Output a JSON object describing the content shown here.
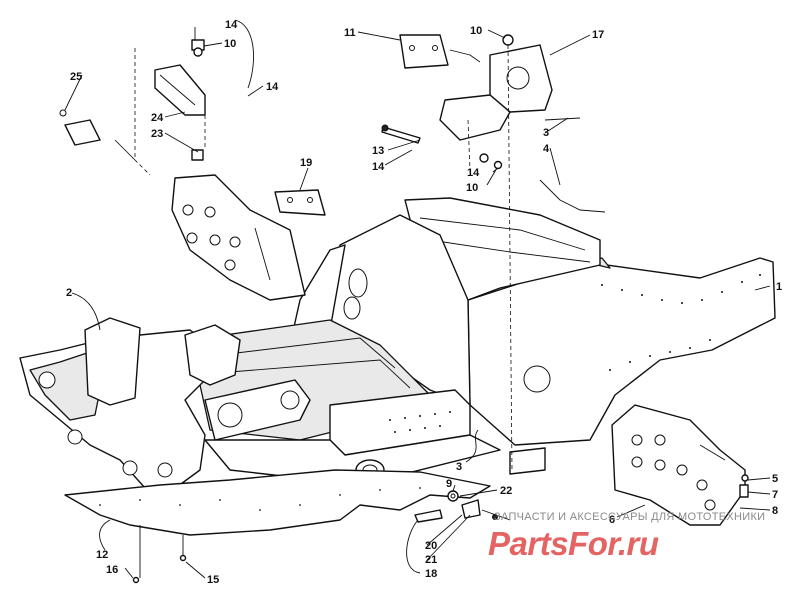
{
  "callouts": {
    "c1": "1",
    "c2": "2",
    "c3a": "3",
    "c3b": "3",
    "c4": "4",
    "c5": "5",
    "c6": "6",
    "c7": "7",
    "c8": "8",
    "c9": "9",
    "c10a": "10",
    "c10b": "10",
    "c10c": "10",
    "c11": "11",
    "c12": "12",
    "c13": "13",
    "c14a": "14",
    "c14b": "14",
    "c14c": "14",
    "c14d": "14",
    "c15": "15",
    "c16": "16",
    "c17": "17",
    "c18": "18",
    "c19": "19",
    "c20": "20",
    "c21": "21",
    "c22": "22",
    "c23": "23",
    "c24": "24",
    "c25": "25"
  },
  "watermark": {
    "caption": "ЗАПЧАСТИ И АКСЕССУАРЫ ДЛЯ МОТОТЕХНИКИ",
    "logo": "PartsFor.ru"
  },
  "colors": {
    "line": "#111111",
    "watermark_red": "#e04848",
    "watermark_gray": "#8a8a8a"
  }
}
